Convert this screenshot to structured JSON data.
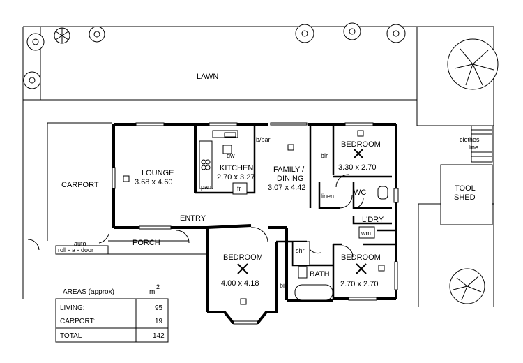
{
  "rooms": {
    "lawn": "LAWN",
    "carport": "CARPORT",
    "lounge": {
      "name": "LOUNGE",
      "size": "3.68 x 4.60"
    },
    "kitchen": {
      "name": "KITCHEN",
      "size": "2.70 x 3.27"
    },
    "family": {
      "name1": "FAMILY /",
      "name2": "DINING",
      "size": "3.07 x 4.42"
    },
    "bedroom1": {
      "name": "BEDROOM",
      "size": "3.30 x 2.70"
    },
    "bedroom2": {
      "name": "BEDROOM",
      "size": "4.00 x 4.18"
    },
    "bedroom3": {
      "name": "BEDROOM",
      "size": "2.70 x 2.70"
    },
    "entry": "ENTRY",
    "porch": "PORCH",
    "bath": "BATH",
    "wc": "WC",
    "ldry": "L'DRY",
    "linen": "linen",
    "bir1": "bir",
    "bir2": "bir",
    "shr": "shr",
    "wm": "wm",
    "pant": "pant",
    "fr": "fr",
    "dw": "dw",
    "bbar": "b/bar",
    "tool_shed_1": "TOOL",
    "tool_shed_2": "SHED",
    "clothes_1": "clothes",
    "clothes_2": "line",
    "auto_door_1": "auto",
    "auto_door_2": "roll - a - door"
  },
  "areas": {
    "title": "AREAS (approx)",
    "unit": "m",
    "unit_sup": "2",
    "rows": [
      {
        "label": "LIVING:",
        "value": "95"
      },
      {
        "label": "CARPORT:",
        "value": "19"
      },
      {
        "label": "TOTAL",
        "value": "142"
      }
    ]
  }
}
